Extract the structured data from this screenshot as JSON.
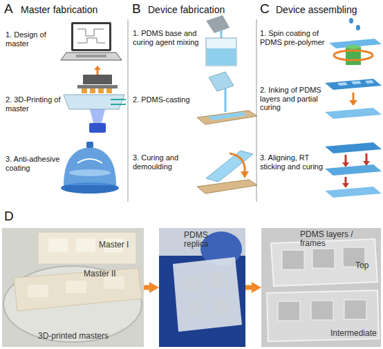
{
  "diagram": {
    "nodes": [
      {
        "text": [
          "Master I",
          "Master II",
          "3D-printed masters"
        ]
      },
      {
        "text": [
          "PDMS replica"
        ]
      },
      {
        "text": [
          "PDMS layers / frames",
          "Top",
          "Intermediate"
        ]
      }
    ],
    "edges": [
      {
        "from": 0,
        "to": 1,
        "arrow": "to"
      },
      {
        "from": 1,
        "to": 2,
        "arrow": "to"
      }
    ],
    "labels": [
      "A",
      "Master fabrication",
      "1. Design of master",
      "2. 3D-Printing of master",
      "3. Anti-adhesive coating",
      "B",
      "Device fabrication",
      "1. PDMS base and curing agent mixing",
      "2. PDMS-casting",
      "3. Curing and demoulding",
      "C",
      "Device assembling",
      "1. Spin coating of PDMS pre-polymer",
      "2. Inking of PDMS layers and partial curing",
      "3. Aligning, RT sticking and curing",
      "D"
    ]
  }
}
